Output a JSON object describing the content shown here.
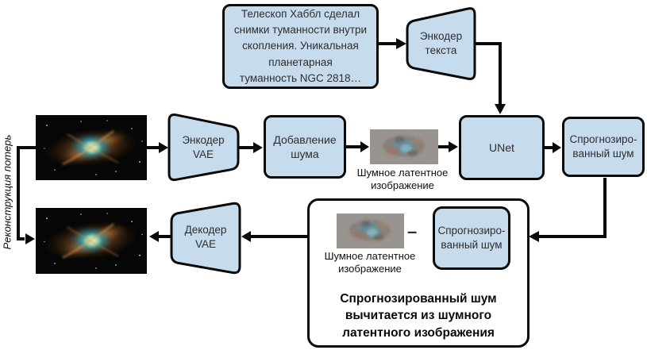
{
  "colors": {
    "box_fill": "#c6dbec",
    "stroke": "#000000",
    "text_dark": "#2e2e2e",
    "background": "#ffffff"
  },
  "diagram": {
    "prompt_box": {
      "lines": [
        "Телескоп Хаббл сделал",
        "снимки туманности внутри",
        "скопления. Уникальная",
        "планетарная",
        "туманность NGC 2818…"
      ]
    },
    "text_encoder": {
      "lines": [
        "Энкодер",
        "текста"
      ]
    },
    "vae_encoder": {
      "lines": [
        "Энкодер",
        "VAE"
      ]
    },
    "add_noise": {
      "lines": [
        "Добавление",
        "шума"
      ]
    },
    "noisy_latent_caption": {
      "lines": [
        "Шумное латентное",
        "изображение"
      ]
    },
    "unet": {
      "label": "UNet"
    },
    "predicted_noise": {
      "lines": [
        "Спрогнозиро-",
        "ванный шум"
      ]
    },
    "vae_decoder": {
      "lines": [
        "Декодер",
        "VAE"
      ]
    },
    "subtract_panel": {
      "caption": {
        "lines": [
          "Шумное латентное",
          "изображение"
        ]
      },
      "minus_sign": "–",
      "predicted_noise": {
        "lines": [
          "Спрогнозиро-",
          "ванный шум"
        ]
      },
      "note": {
        "lines": [
          "Спрогнозированный шум",
          "вычитается из шумного",
          "латентного изображения"
        ]
      }
    },
    "loss_label": "Реконструкция потерь"
  }
}
